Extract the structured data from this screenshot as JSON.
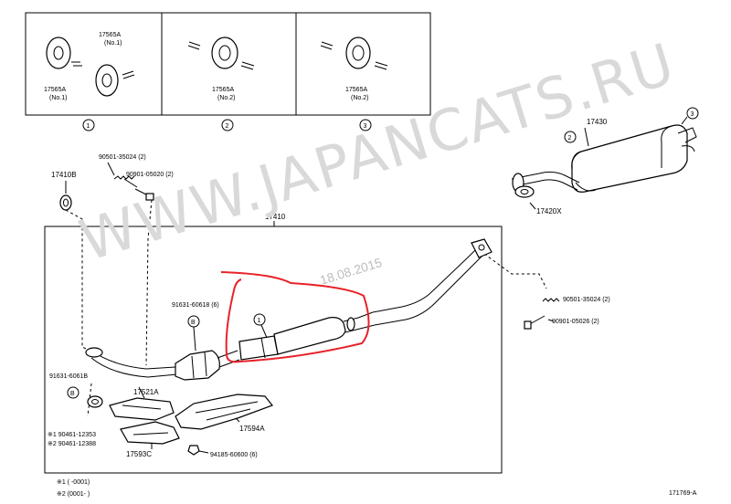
{
  "watermark": "WWW.JAPANCATS.RU",
  "date_stamp": "18.08.2015",
  "diagram_code": "171769-A",
  "top_panels": [
    {
      "label_top": "17565A",
      "label_top_sub": "(No.1)",
      "label_bottom": "17565A",
      "label_bottom_sub": "(No.1)",
      "circle": "1"
    },
    {
      "label_bottom": "17565A",
      "label_bottom_sub": "(No.2)",
      "circle": "2"
    },
    {
      "label_bottom": "17565A",
      "label_bottom_sub": "(No.2)",
      "circle": "3"
    }
  ],
  "parts": {
    "p17430": "17430",
    "p17420x": "17420X",
    "p17410b": "17410B",
    "p17410": "17410",
    "p90501_a": "90501-35024 (2)",
    "p90901_a": "90901-05020 (2)",
    "p91631_60618": "91631-60618 (6)",
    "p91631_6061b": "91631-6061B",
    "p17521a": "17521A",
    "p17594a": "17594A",
    "p90461_12353": "※1 90461-12353",
    "p90461_12388": "※2 90461-12388",
    "p17593c": "17593C",
    "p94185": "94185-60600 (6)",
    "p90501_b": "90501-35024 (2)",
    "p90901_b": "90901-05026 (2)"
  },
  "circle_refs": {
    "c1": "1",
    "c2": "2",
    "c3": "3",
    "b1": "B",
    "b2": "B"
  },
  "notes": {
    "n1": "※1 (      -0001)",
    "n2": "※2 (0001-       )"
  },
  "colors": {
    "highlight": "#e8222a",
    "watermark": "#d9d9d9",
    "date": "#bdbdbd"
  }
}
